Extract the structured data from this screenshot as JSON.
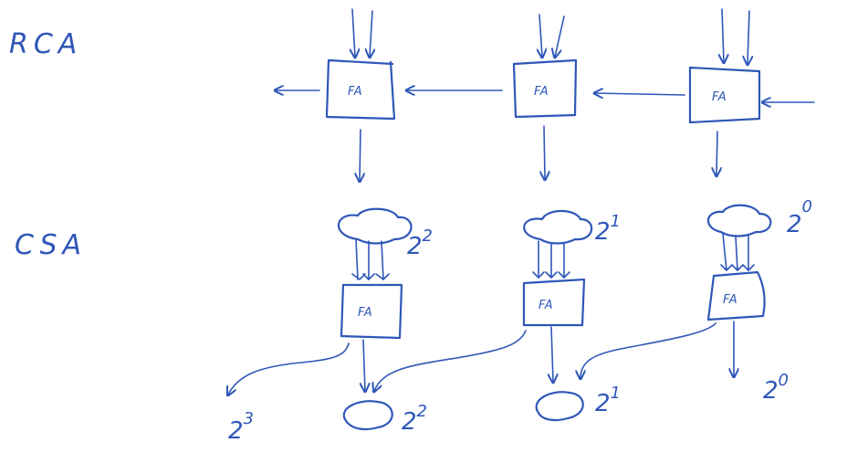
{
  "rca": {
    "label": "RCA",
    "blocks": [
      "FA",
      "FA",
      "FA"
    ]
  },
  "csa": {
    "label": "CSA",
    "blocks": [
      "FA",
      "FA",
      "FA"
    ],
    "input_weights": [
      {
        "base": "2",
        "exp": "2"
      },
      {
        "base": "2",
        "exp": "1"
      },
      {
        "base": "2",
        "exp": "0"
      }
    ],
    "output_weights": [
      {
        "base": "2",
        "exp": "3"
      },
      {
        "base": "2",
        "exp": "2"
      },
      {
        "base": "2",
        "exp": "1"
      },
      {
        "base": "2",
        "exp": "0"
      }
    ]
  },
  "colors": {
    "ink": "#2f57b8",
    "background": "#ffffff"
  }
}
